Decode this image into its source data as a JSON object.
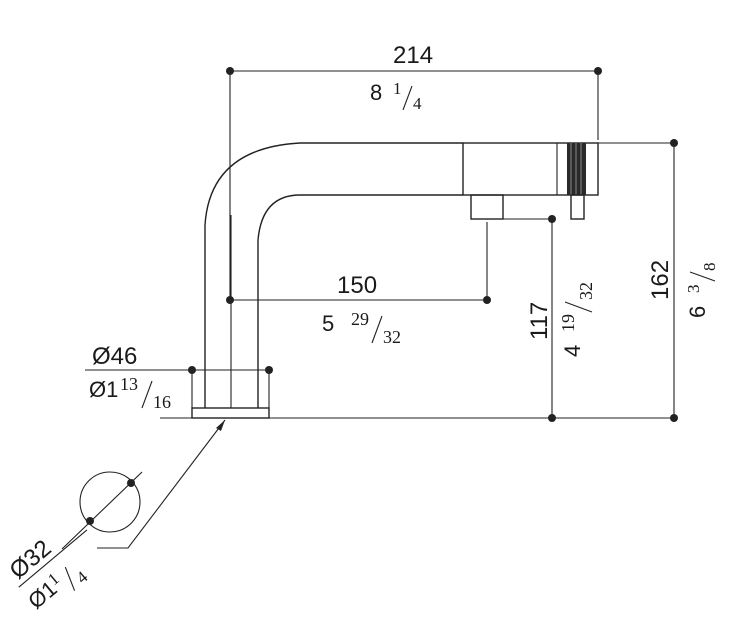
{
  "dimensions": {
    "width_total": {
      "mm": "214",
      "inch_whole": "8",
      "inch_num": "1",
      "inch_den": "4"
    },
    "reach": {
      "mm": "150",
      "inch_whole": "5",
      "inch_num": "29",
      "inch_den": "32"
    },
    "outlet_height": {
      "mm": "117",
      "inch_whole": "4",
      "inch_num": "19",
      "inch_den": "32"
    },
    "total_height": {
      "mm": "162",
      "inch_whole": "6",
      "inch_num": "3",
      "inch_den": "8"
    },
    "base_diameter": {
      "mm": "Ø46",
      "inch_whole": "Ø1",
      "inch_num": "13",
      "inch_den": "16"
    },
    "hole_diameter": {
      "mm": "Ø32",
      "inch_whole": "Ø1",
      "inch_num": "1",
      "inch_den": "4"
    }
  },
  "colors": {
    "line": "#222222",
    "background": "#ffffff"
  }
}
